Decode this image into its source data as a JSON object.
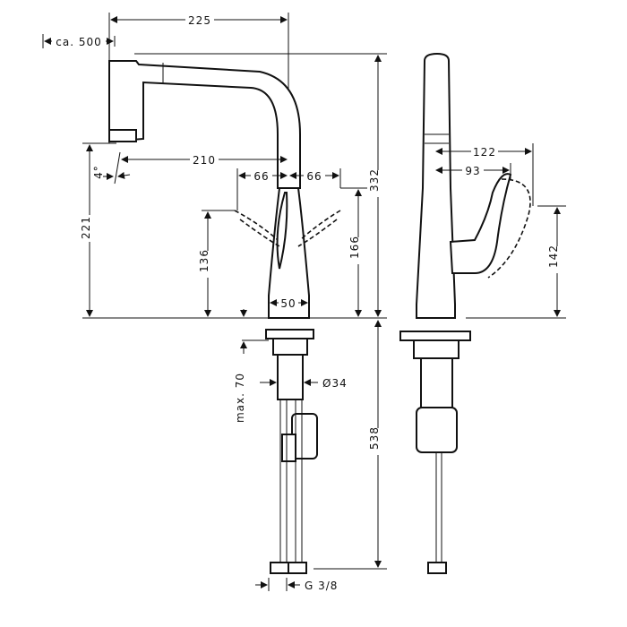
{
  "drawing": {
    "dimensions": {
      "width_total": "225",
      "hose_extension": "ca. 500",
      "spout_reach": "210",
      "tilt_angle": "4°",
      "lever_left": "66",
      "lever_right": "66",
      "spout_height": "221",
      "lever_height_left": "136",
      "lever_height_right": "166",
      "total_height": "332",
      "base_width": "50",
      "max_deck_thickness": "max. 70",
      "shank_diameter": "Ø34",
      "below_deck_length": "538",
      "connection_thread": "G 3/8",
      "side_lever_reach": "122",
      "side_lever_offset": "93",
      "side_lever_height": "142"
    }
  }
}
